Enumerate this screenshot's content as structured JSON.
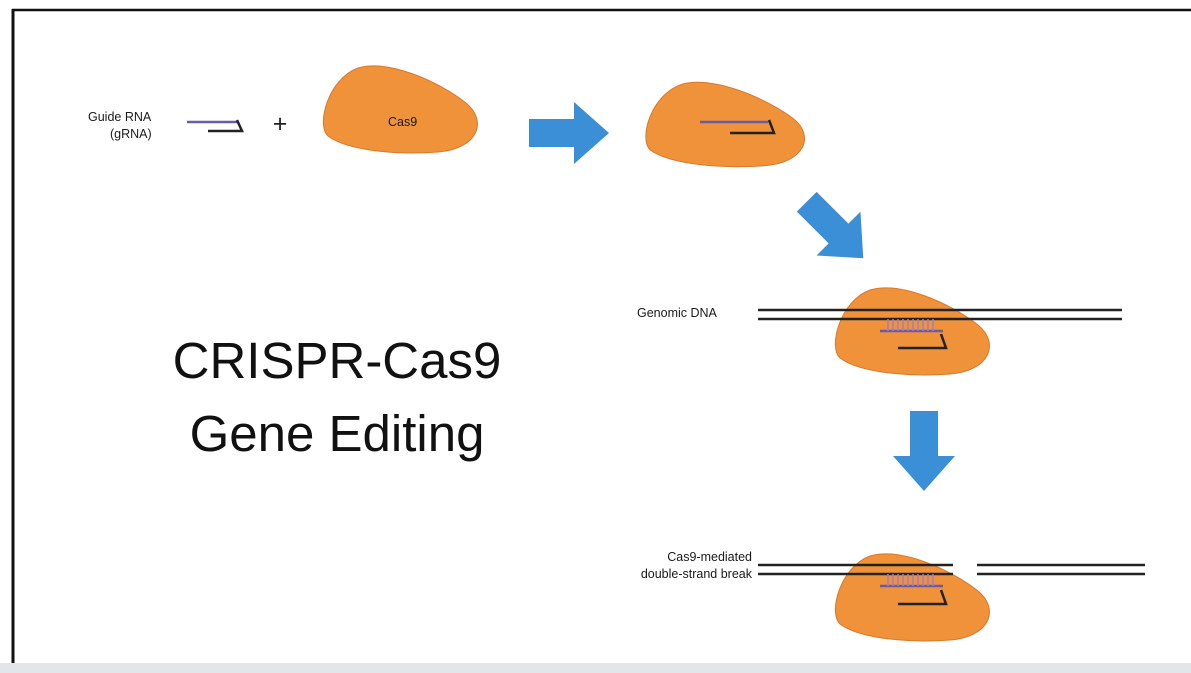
{
  "diagram": {
    "title_line1": "CRISPR-Cas9",
    "title_line2": "Gene Editing",
    "guide_rna_label": "Guide RNA",
    "guide_rna_abbrev": "(gRNA)",
    "plus_sign": "+",
    "cas9_label": "Cas9",
    "genomic_dna_label": "Genomic DNA",
    "break_label_line1": "Cas9-mediated",
    "break_label_line2": "double-strand break"
  },
  "colors": {
    "cas9_fill": "#f0923a",
    "cas9_stroke": "#d9782a",
    "arrow": "#3a8fd6",
    "rna_purple": "#6a5aa8",
    "dna_strand": "#222222",
    "frame": "#111111",
    "background": "#ffffff"
  }
}
